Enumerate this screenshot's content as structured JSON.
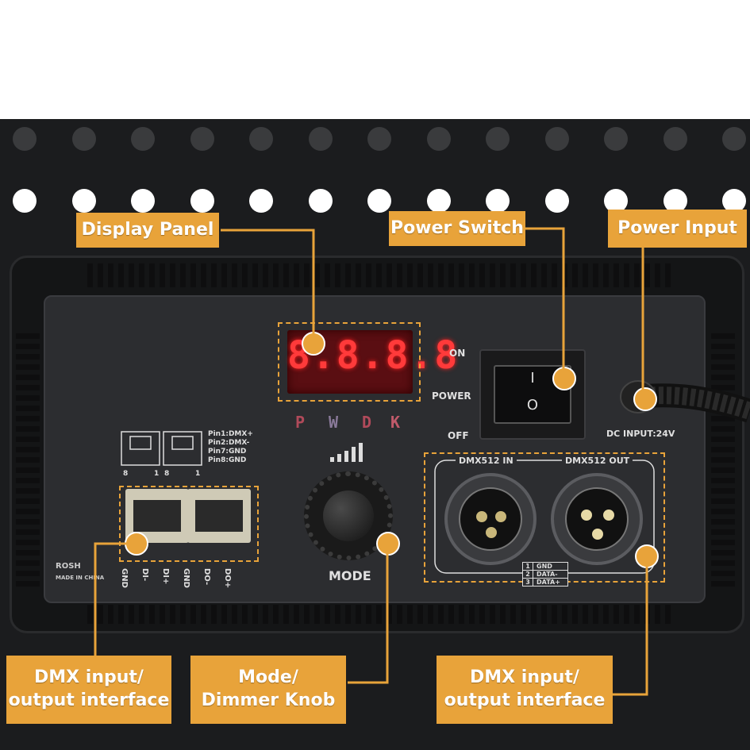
{
  "callouts": {
    "display_panel": "Display Panel",
    "power_switch": "Power Switch",
    "power_input": "Power Input",
    "dmx_left": "DMX input/\noutput interface",
    "mode_knob": "Mode/\nDimmer Knob",
    "dmx_right": "DMX input/\noutput interface"
  },
  "display": {
    "digits": "8.8.8.8",
    "modes": [
      "P",
      "W",
      "D",
      "K"
    ]
  },
  "switch": {
    "on_label": "ON",
    "power_label": "POWER",
    "off_label": "OFF",
    "on_symbol": "I",
    "off_symbol": "O"
  },
  "power_input": {
    "rating": "DC INPUT:24V"
  },
  "knob": {
    "label": "MODE"
  },
  "dmx": {
    "in_label": "DMX512 IN",
    "out_label": "DMX512 OUT",
    "pin_table": [
      {
        "num": "1",
        "name": "GND"
      },
      {
        "num": "2",
        "name": "DATA-"
      },
      {
        "num": "3",
        "name": "DATA+"
      }
    ]
  },
  "rj45": {
    "pin_legend": [
      "Pin1:DMX+",
      "Pin2:DMX-",
      "Pin7:GND",
      "Pin8:GND"
    ],
    "port_pins": [
      "8",
      "1",
      "8",
      "1"
    ],
    "signals": [
      "GND",
      "DI-",
      "DI+",
      "GND",
      "DO-",
      "DO+"
    ]
  },
  "branding": {
    "brand": "ROSH",
    "origin": "MADE IN CHINA"
  },
  "colors": {
    "accent": "#e8a33a",
    "led": "#ff3a3a"
  }
}
